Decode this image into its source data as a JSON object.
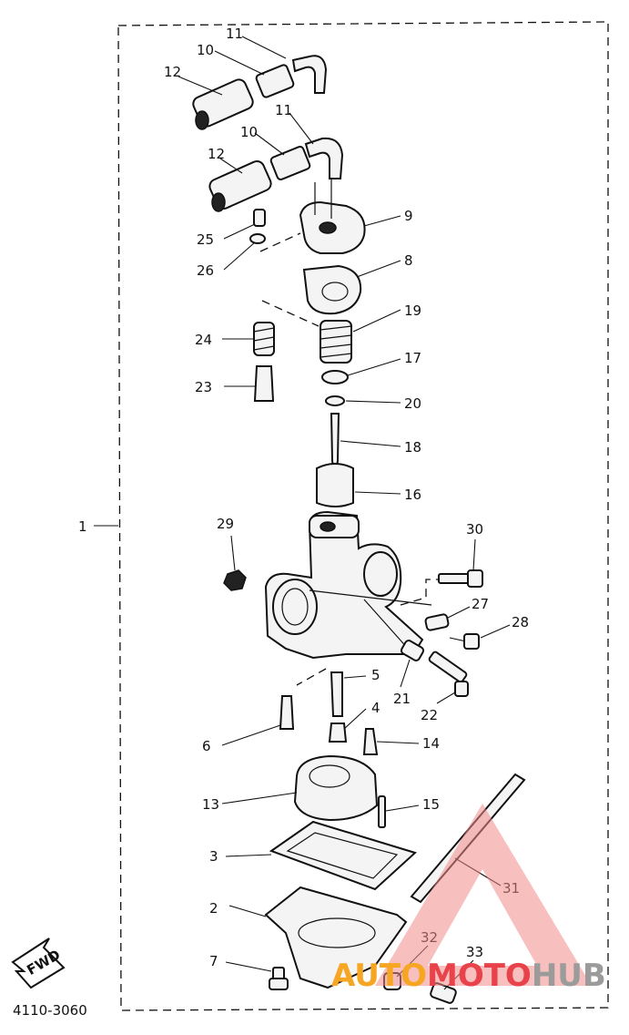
{
  "diagram": {
    "code": "4110-3060",
    "fwd_label": "FWD",
    "callouts": [
      "1",
      "2",
      "3",
      "4",
      "5",
      "6",
      "7",
      "8",
      "9",
      "10",
      "10",
      "11",
      "11",
      "12",
      "12",
      "13",
      "14",
      "15",
      "16",
      "17",
      "18",
      "19",
      "20",
      "21",
      "22",
      "23",
      "24",
      "25",
      "26",
      "27",
      "28",
      "29",
      "30",
      "31",
      "32",
      "33"
    ]
  },
  "watermark": {
    "part1": "AUTO",
    "part2": "MOTO",
    "part3": "HUB",
    "color1": "#f6a623",
    "color2": "#e8434a",
    "color3": "#9b9b9b"
  }
}
